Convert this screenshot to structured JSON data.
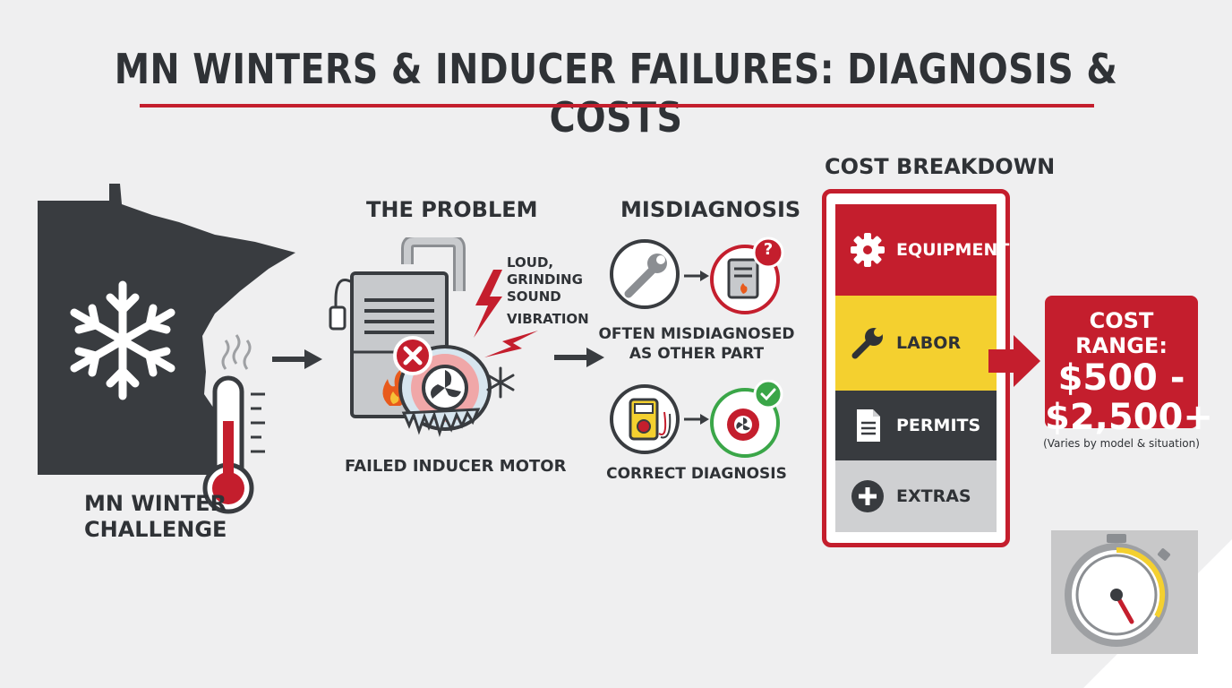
{
  "title": "MN WINTERS & INDUCER FAILURES: DIAGNOSIS & COSTS",
  "mn_section": {
    "label_line1": "MN WINTER",
    "label_line2": "CHALLENGE"
  },
  "problem_section": {
    "header": "THE PROBLEM",
    "symptom_line1": "LOUD,",
    "symptom_line2": "GRINDING",
    "symptom_line3": "SOUND",
    "symptom_line4": "VIBRATION",
    "caption": "FAILED INDUCER MOTOR"
  },
  "misdiagnosis_section": {
    "header": "MISDIAGNOSIS",
    "wrong_line1": "OFTEN MISDIAGNOSED",
    "wrong_line2": "AS OTHER PART",
    "right_caption": "CORRECT DIAGNOSIS",
    "question_mark": "?"
  },
  "cost_section": {
    "header": "COST BREAKDOWN",
    "items": [
      {
        "label": "EQUIPMENT",
        "icon": "gear-icon",
        "bg": "#c41e2d",
        "fg": "#ffffff"
      },
      {
        "label": "LABOR",
        "icon": "wrench-icon",
        "bg": "#f4d02f",
        "fg": "#2f3236"
      },
      {
        "label": "PERMITS",
        "icon": "document-icon",
        "bg": "#383b3f",
        "fg": "#ffffff"
      },
      {
        "label": "EXTRAS",
        "icon": "plus-circle-icon",
        "bg": "#cfd0d2",
        "fg": "#2f3236"
      }
    ]
  },
  "cost_range": {
    "label": "COST RANGE:",
    "low": "$500 -",
    "high": "$2,500+",
    "note": "(Varies by model & situation)"
  },
  "colors": {
    "accent_red": "#c41e2d",
    "dark": "#383b3f",
    "yellow": "#f4d02f",
    "light_gray": "#cfd0d2",
    "green": "#3aa648"
  }
}
